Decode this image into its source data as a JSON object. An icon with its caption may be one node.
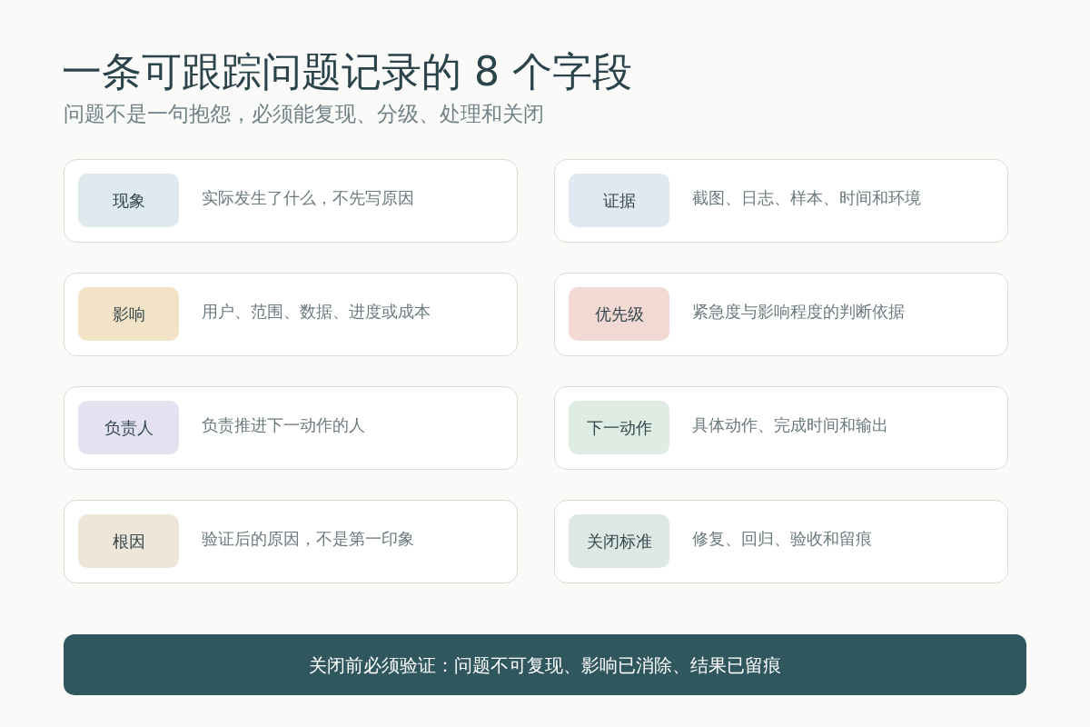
{
  "diagram": {
    "title": "一条可跟踪问题记录的 8 个字段",
    "nodes": [
      {
        "text": [
          "实际发生了什么，不先写原因"
        ]
      },
      {
        "text": [
          "现象"
        ],
        "in": 0
      },
      {
        "text": [
          "截图、日志、样本、时间和环境"
        ]
      },
      {
        "text": [
          "证据"
        ],
        "in": 2
      },
      {
        "text": [
          "用户、范围、数据、进度或成本"
        ]
      },
      {
        "text": [
          "影响"
        ],
        "in": 4
      },
      {
        "text": [
          "紧急度与影响程度的判断依据"
        ]
      },
      {
        "text": [
          "优先级"
        ],
        "in": 6
      },
      {
        "text": [
          "负责推进下一动作的人"
        ]
      },
      {
        "text": [
          "负责人"
        ],
        "in": 8
      },
      {
        "text": [
          "具体动作、完成时间和输出"
        ]
      },
      {
        "text": [
          "下一动作"
        ],
        "in": 10
      },
      {
        "text": [
          "验证后的原因，不是第一印象"
        ]
      },
      {
        "text": [
          "根因"
        ],
        "in": 12
      },
      {
        "text": [
          "修复、回归、验收和留痕"
        ]
      },
      {
        "text": [
          "关闭标准"
        ],
        "in": 14
      },
      {
        "text": [
          "关闭前必须验证：问题不可复现、影响已消除、结果已留痕"
        ]
      }
    ],
    "labels": [
      "问题不是一句抱怨，必须能复现、分级、处理和关闭"
    ]
  }
}
